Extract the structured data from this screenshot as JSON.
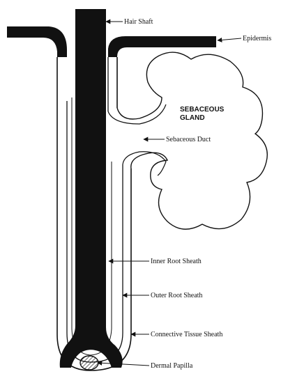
{
  "labels": {
    "hair_shaft": "Hair Shaft",
    "epidermis": "Epidermis",
    "sebaceous_gland_line1": "SEBACEOUS",
    "sebaceous_gland_line2": "GLAND",
    "sebaceous_duct": "Sebaceous Duct",
    "inner_root_sheath": "Inner Root Sheath",
    "outer_root_sheath": "Outer Root Sheath",
    "connective_tissue_sheath": "Connective Tissue Sheath",
    "dermal_papilla": "Dermal Papilla"
  },
  "colors": {
    "ink": "#111111",
    "paper": "#ffffff"
  }
}
